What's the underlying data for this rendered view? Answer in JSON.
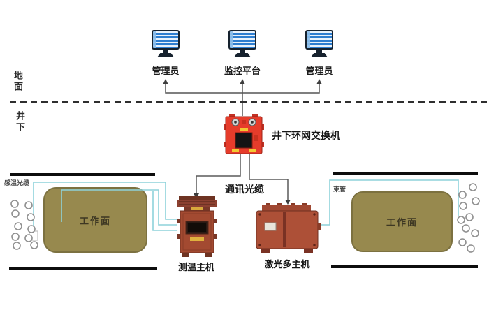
{
  "diagram": {
    "surface": {
      "workstations": [
        {
          "label": "管理员"
        },
        {
          "label": "监控平台"
        },
        {
          "label": "管理员"
        }
      ]
    },
    "boundary": {
      "surface_label": "地面",
      "underground_label": "井下"
    },
    "switch_unit": {
      "label": "井下环网交换机"
    },
    "comm_cable": {
      "label": "通讯光缆"
    },
    "hosts": {
      "temperature": {
        "label": "测温主机"
      },
      "laser": {
        "label": "激光多主机"
      }
    },
    "left_roadway": {
      "working_face_label": "工作面",
      "sensing_cable_label": "感温光缆"
    },
    "right_roadway": {
      "working_face_label": "工作面",
      "bundle_tube_label": "束管"
    },
    "colors": {
      "switch_red": "#e63c2b",
      "temp_host_brown": "#a34a31",
      "laser_host_brown": "#ad5037",
      "working_face_olive": "#97894e",
      "cable_cyan": "#8ed2da",
      "monitor_screen_blue": "#2e7ed0"
    }
  }
}
